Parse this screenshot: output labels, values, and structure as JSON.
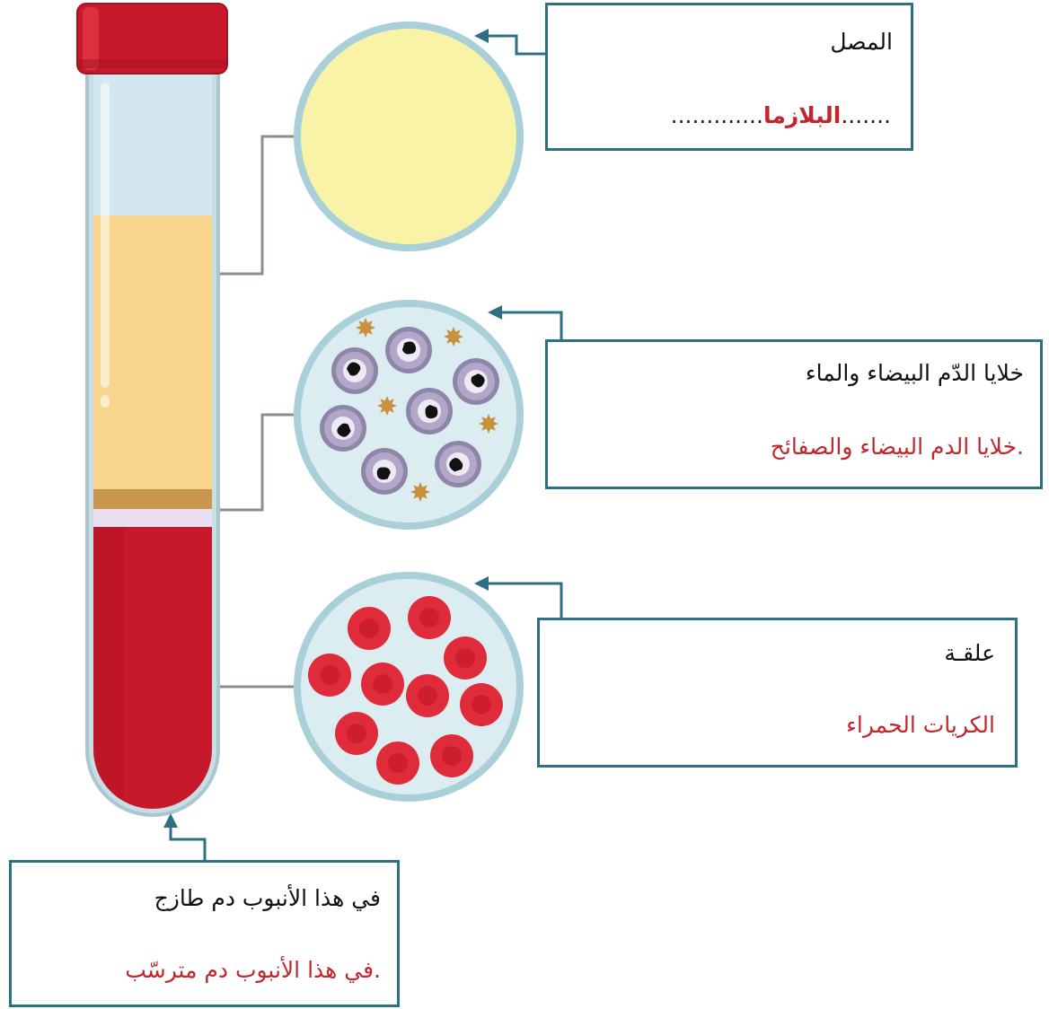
{
  "colors": {
    "box_border": "#2f6f83",
    "answer_red": "#c0272d",
    "cap_red": "#c8182b",
    "plasma_yellow": "#f7d58c",
    "blood_red": "#c8182b",
    "buffy_tan": "#c8964f",
    "glass_blue": "#d3e8ee",
    "circle_plasma": "#f8f3a6",
    "circle_bg": "#dcedf1",
    "rbc_red": "#e02b3a",
    "platelet": "#c7913d",
    "wbc_lilac": "#b2a7c9"
  },
  "boxes": {
    "plasma": {
      "question": "المصل",
      "answer": "البلازما",
      "dots_before": ".......",
      "dots_after": "............."
    },
    "buffy": {
      "question": "خلايا الدّم البيضاء والماء",
      "answer": ".خلايا الدم البيضاء والصفائح"
    },
    "rbc": {
      "question": "علقـة",
      "answer": "الكريات الحمراء"
    },
    "tube": {
      "question": "في هذا الأنبوب دم طازج",
      "answer": ".في هذا الأنبوب دم مترسّب"
    }
  },
  "icons": {
    "tube": "test-tube-icon",
    "plasma_circle": "plasma-magnified-icon",
    "wbc_circle": "white-cells-platelets-magnified-icon",
    "rbc_circle": "red-blood-cells-magnified-icon"
  }
}
